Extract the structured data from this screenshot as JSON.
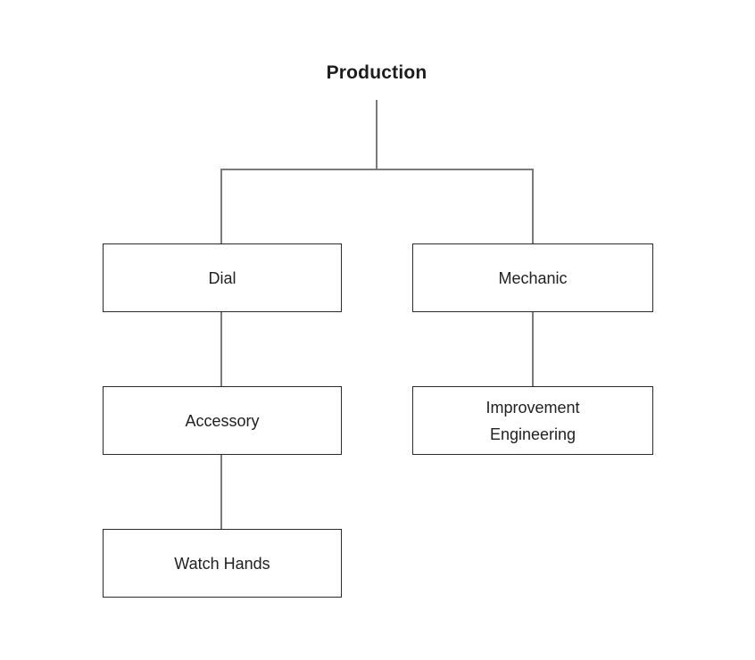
{
  "diagram": {
    "type": "org-chart",
    "title": "Production",
    "nodes": [
      {
        "id": "dial",
        "label": "Dial"
      },
      {
        "id": "mechanic",
        "label": "Mechanic"
      },
      {
        "id": "accessory",
        "label": "Accessory"
      },
      {
        "id": "improvement-engineering",
        "label": "Improvement Engineering"
      },
      {
        "id": "watch-hands",
        "label": "Watch Hands"
      }
    ],
    "edges": [
      {
        "from": "Production",
        "to": "Dial"
      },
      {
        "from": "Production",
        "to": "Mechanic"
      },
      {
        "from": "Dial",
        "to": "Accessory"
      },
      {
        "from": "Accessory",
        "to": "Watch Hands"
      },
      {
        "from": "Mechanic",
        "to": "Improvement Engineering"
      }
    ],
    "colors": {
      "background": "#ffffff",
      "connector_line": "#7a7a7a",
      "box_border": "#2b2b2b",
      "box_fill": "#ffffff",
      "text": "#212121",
      "title_text": "#1d1d1d"
    }
  }
}
